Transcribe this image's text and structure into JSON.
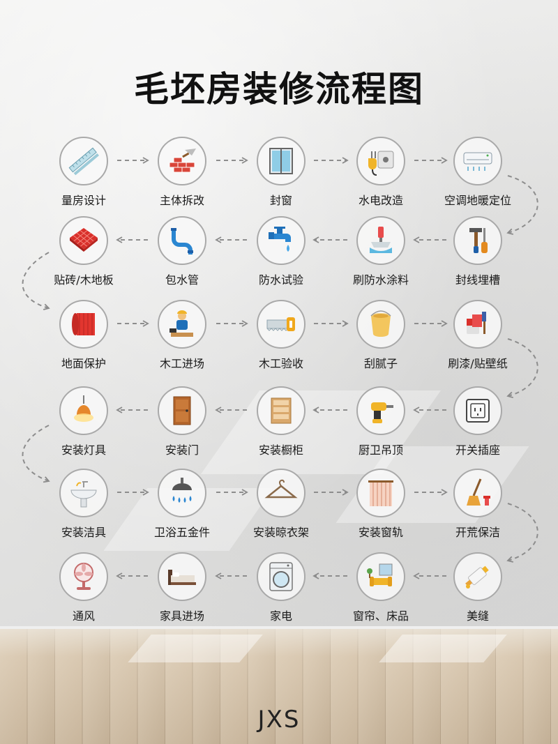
{
  "title": "毛坯房装修流程图",
  "logo": "JXS",
  "steps": [
    {
      "label": "量房设计",
      "icon": "ruler-icon"
    },
    {
      "label": "主体拆改",
      "icon": "bricks-trowel-icon"
    },
    {
      "label": "封窗",
      "icon": "window-icon"
    },
    {
      "label": "水电改造",
      "icon": "power-plug-icon"
    },
    {
      "label": "空调地暖定位",
      "icon": "air-conditioner-icon"
    },
    {
      "label": "封线埋槽",
      "icon": "hammer-screwdriver-icon"
    },
    {
      "label": "刷防水涂料",
      "icon": "paint-scraper-icon"
    },
    {
      "label": "防水试验",
      "icon": "faucet-icon"
    },
    {
      "label": "包水管",
      "icon": "water-pipe-icon"
    },
    {
      "label": "贴砖/木地板",
      "icon": "tiles-icon"
    },
    {
      "label": "地面保护",
      "icon": "floor-roll-icon"
    },
    {
      "label": "木工进场",
      "icon": "carpenter-icon"
    },
    {
      "label": "木工验收",
      "icon": "saw-icon"
    },
    {
      "label": "刮腻子",
      "icon": "putty-bucket-icon"
    },
    {
      "label": "刷漆/贴壁纸",
      "icon": "paint-roller-icon"
    },
    {
      "label": "开关插座",
      "icon": "socket-icon"
    },
    {
      "label": "厨卫吊顶",
      "icon": "drill-icon"
    },
    {
      "label": "安装橱柜",
      "icon": "cabinet-icon"
    },
    {
      "label": "安装门",
      "icon": "door-icon"
    },
    {
      "label": "安装灯具",
      "icon": "pendant-lamp-icon"
    },
    {
      "label": "安装洁具",
      "icon": "sink-icon"
    },
    {
      "label": "卫浴五金件",
      "icon": "shower-head-icon"
    },
    {
      "label": "安装晾衣架",
      "icon": "hanger-icon"
    },
    {
      "label": "安装窗轨",
      "icon": "curtain-icon"
    },
    {
      "label": "开荒保洁",
      "icon": "broom-icon"
    },
    {
      "label": "美缝",
      "icon": "glue-tube-icon"
    },
    {
      "label": "窗帘、床品",
      "icon": "sofa-room-icon"
    },
    {
      "label": "家电",
      "icon": "washing-machine-icon"
    },
    {
      "label": "家具进场",
      "icon": "bed-icon"
    },
    {
      "label": "通风",
      "icon": "electric-fan-icon"
    }
  ]
}
